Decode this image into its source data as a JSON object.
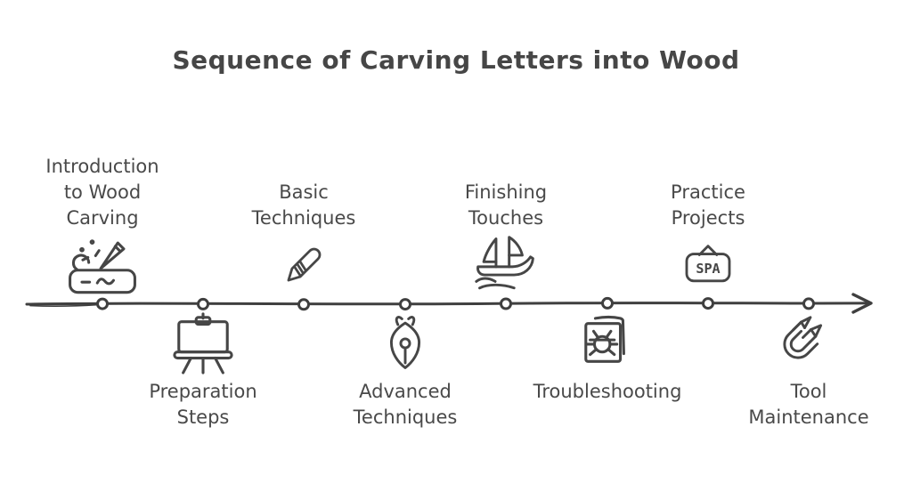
{
  "title": "Sequence of Carving Letters into Wood",
  "colors": {
    "ink": "#464646",
    "background": "#ffffff"
  },
  "timeline": {
    "direction": "left-to-right",
    "node_count": 8,
    "arrow": "right"
  },
  "items": [
    {
      "label": "Introduction to Wood Carving",
      "side": "above",
      "icon": "wood-carving-icon"
    },
    {
      "label": "Preparation Steps",
      "side": "below",
      "icon": "easel-icon"
    },
    {
      "label": "Basic Techniques",
      "side": "above",
      "icon": "carving-knife-icon"
    },
    {
      "label": "Advanced Techniques",
      "side": "below",
      "icon": "pen-nib-icon"
    },
    {
      "label": "Finishing Touches",
      "side": "above",
      "icon": "sailboat-icon"
    },
    {
      "label": "Troubleshooting",
      "side": "below",
      "icon": "bug-document-icon"
    },
    {
      "label": "Practice Projects",
      "side": "above",
      "icon": "spa-sign-icon"
    },
    {
      "label": "Tool Maintenance",
      "side": "below",
      "icon": "tool-case-icon"
    }
  ],
  "icon_texts": {
    "spa_sign": "SPA"
  }
}
